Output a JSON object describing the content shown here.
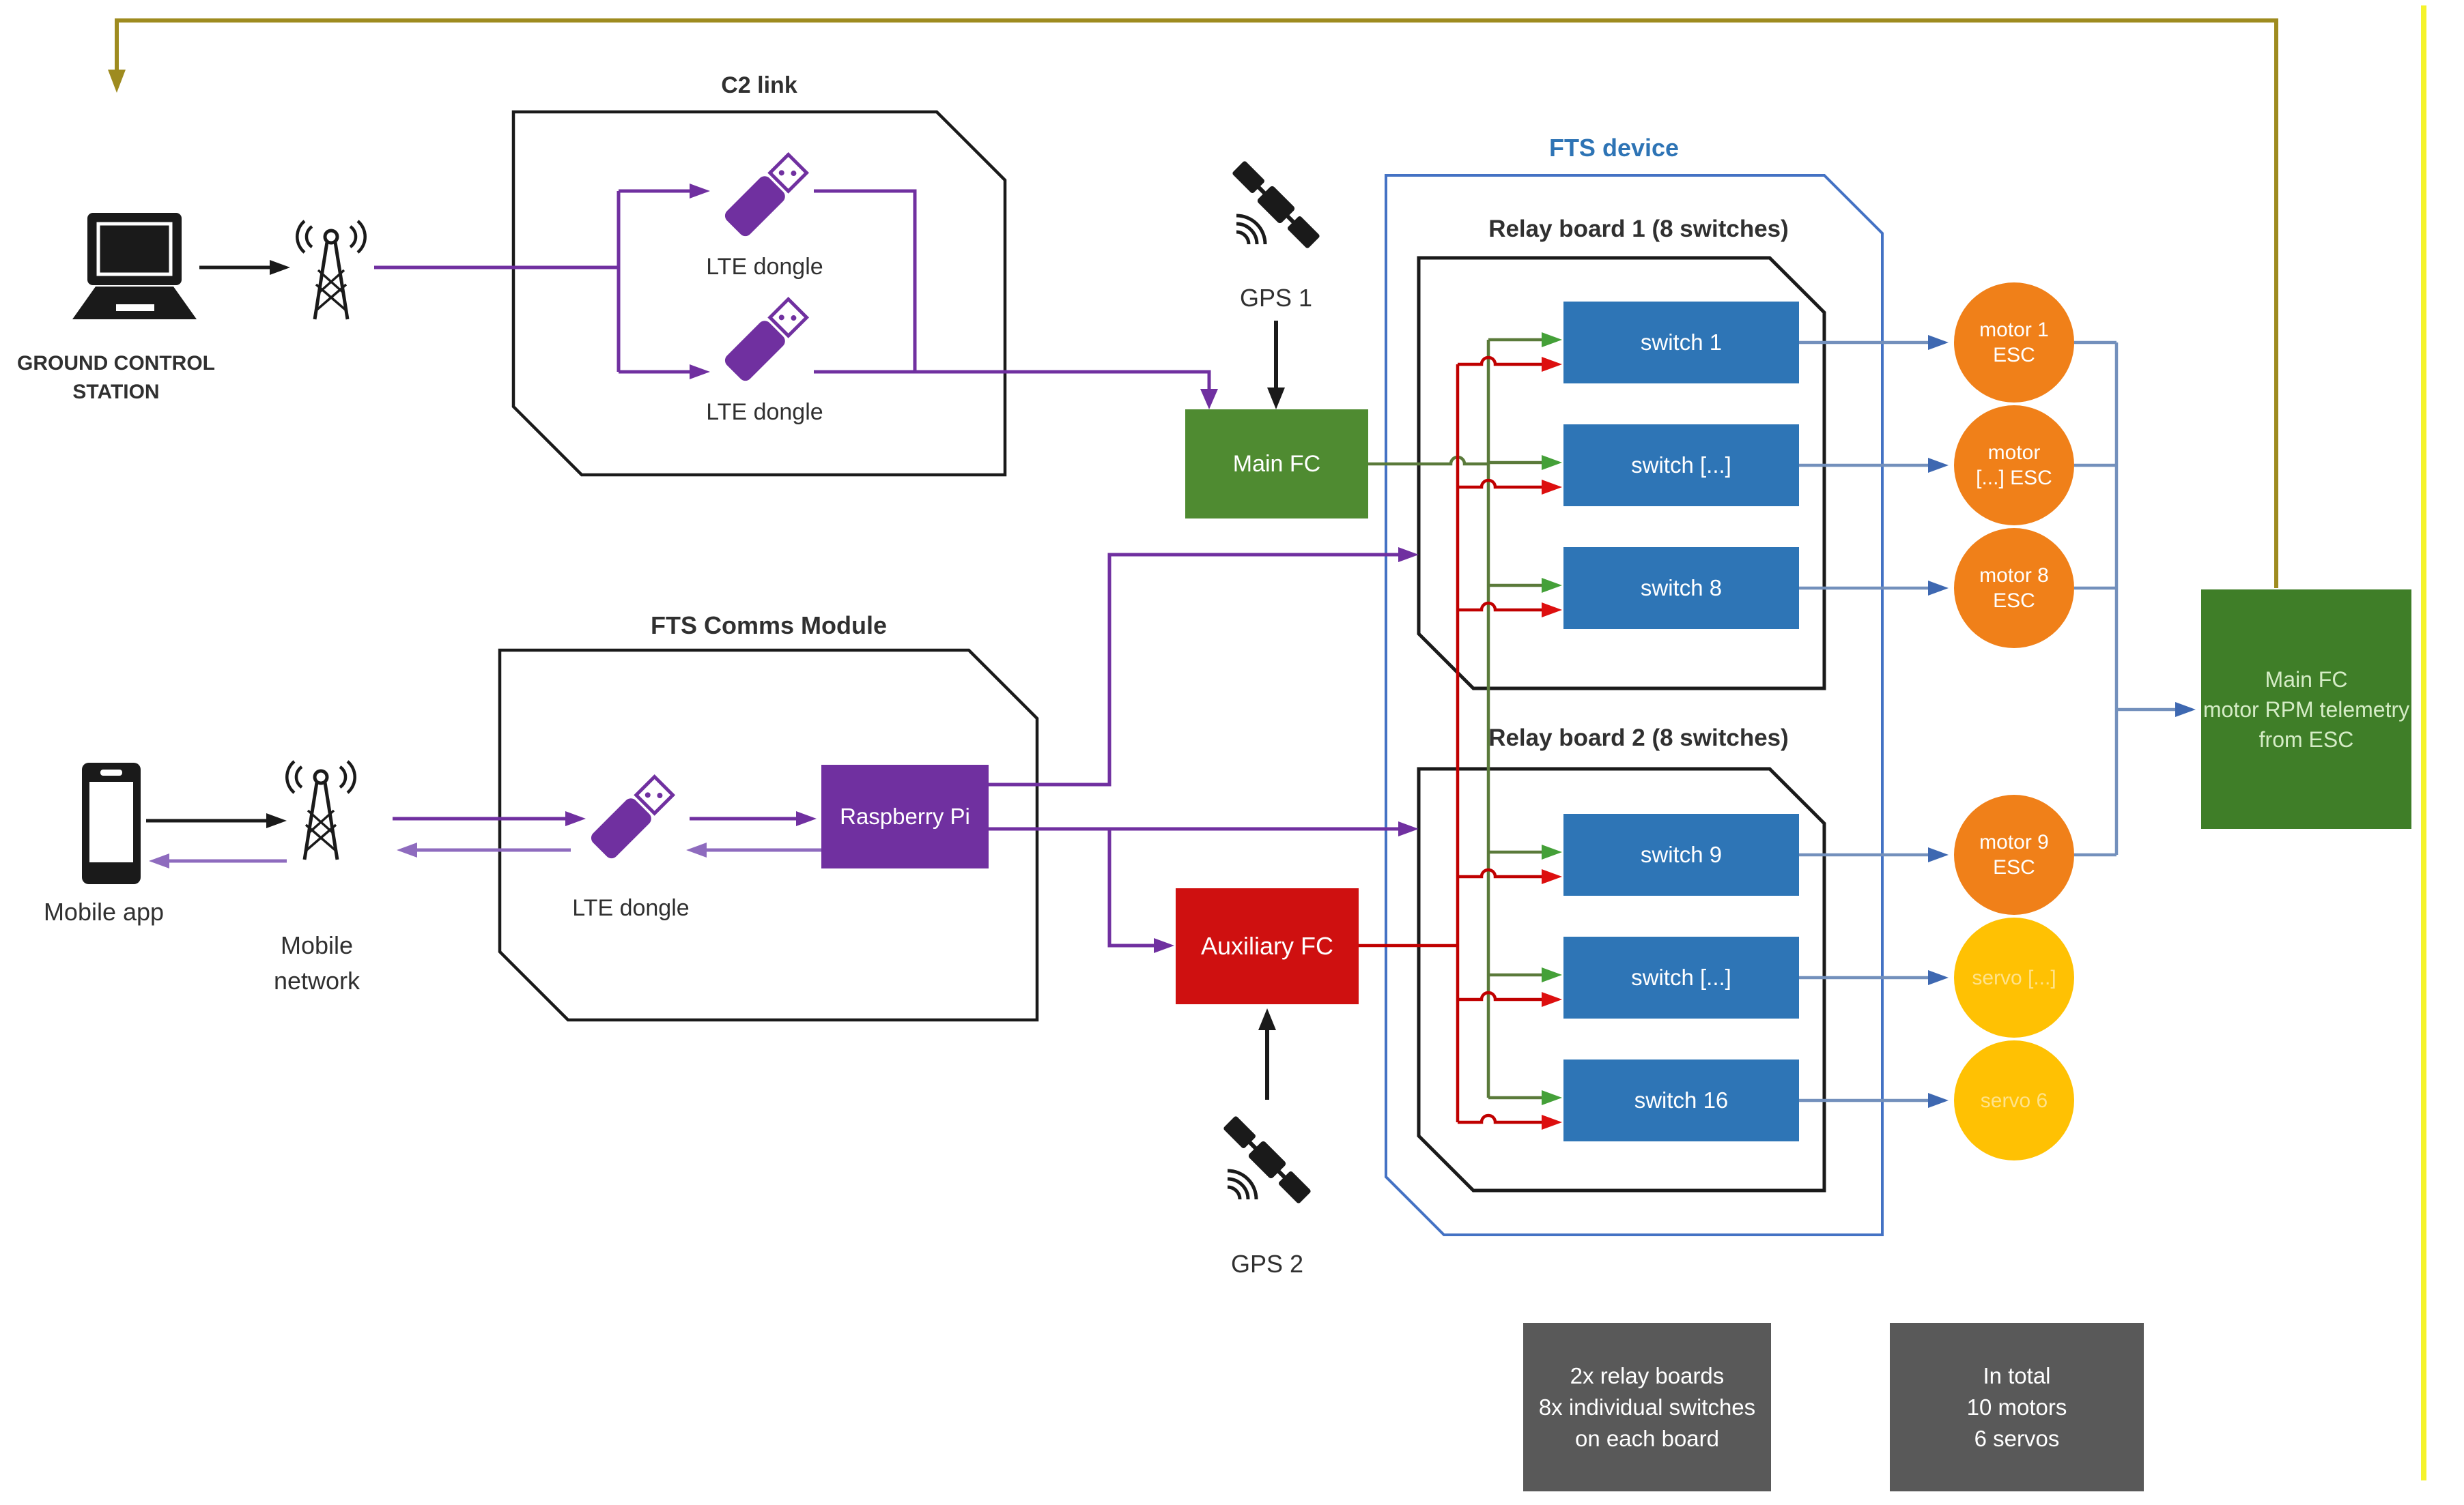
{
  "nodes": {
    "gcs_label": "GROUND CONTROL\nSTATION",
    "c2_title": "C2 link",
    "lte_dongle_1": "LTE dongle",
    "lte_dongle_2": "LTE dongle",
    "lte_dongle_3": "LTE dongle",
    "gps_1": "GPS 1",
    "gps_2": "GPS 2",
    "main_fc": "Main FC",
    "aux_fc": "Auxiliary FC",
    "raspberry_pi": "Raspberry Pi",
    "fts_device": "FTS device",
    "fts_comms_title": "FTS Comms Module",
    "relay_board_1": "Relay board 1 (8 switches)",
    "relay_board_2": "Relay board 2 (8 switches)",
    "switches": [
      "switch 1",
      "switch [...]",
      "switch 8",
      "switch 9",
      "switch [...]",
      "switch 16"
    ],
    "outputs": [
      {
        "label": "motor 1\nESC",
        "type": "motor"
      },
      {
        "label": "motor\n[...] ESC",
        "type": "motor"
      },
      {
        "label": "motor 8\nESC",
        "type": "motor"
      },
      {
        "label": "motor 9\nESC",
        "type": "motor"
      },
      {
        "label": "servo [...]",
        "type": "servo"
      },
      {
        "label": "servo 6",
        "type": "servo"
      }
    ],
    "telemetry_box": "Main FC\nmotor RPM telemetry\nfrom ESC",
    "mobile_app": "Mobile app",
    "mobile_network": "Mobile\nnetwork",
    "note_boards": "2x relay boards\n8x individual switches\non each board",
    "note_totals": "In total\n10 motors\n6 servos"
  },
  "colors": {
    "wire_purple": "#7030A0",
    "wire_purple_light": "#8E6BBE",
    "wire_green": "#5A7A3A",
    "head_green": "#44A038",
    "wire_red": "#C00000",
    "head_red": "#DD0F0F",
    "wire_blue": "#7390BC",
    "head_blue": "#3E68B1",
    "wire_black": "#1A1A1A",
    "wire_olive": "#9E8B1F",
    "wire_yellow": "#F5F32C",
    "fts_border": "#4472C4",
    "fts_label": "#2E74B5",
    "box_main_fc": "#4F8B31",
    "box_telemetry": "#3F7E28",
    "telemetry_text": "#D5ECC6",
    "box_aux_fc": "#CF1010",
    "box_switch": "#2E75B6",
    "box_rpi": "#7030A0",
    "circle_motor": "#F08019",
    "circle_servo": "#FFC103",
    "servo_text": "#FFE28A",
    "box_note": "#595959",
    "label_text": "#303030"
  }
}
